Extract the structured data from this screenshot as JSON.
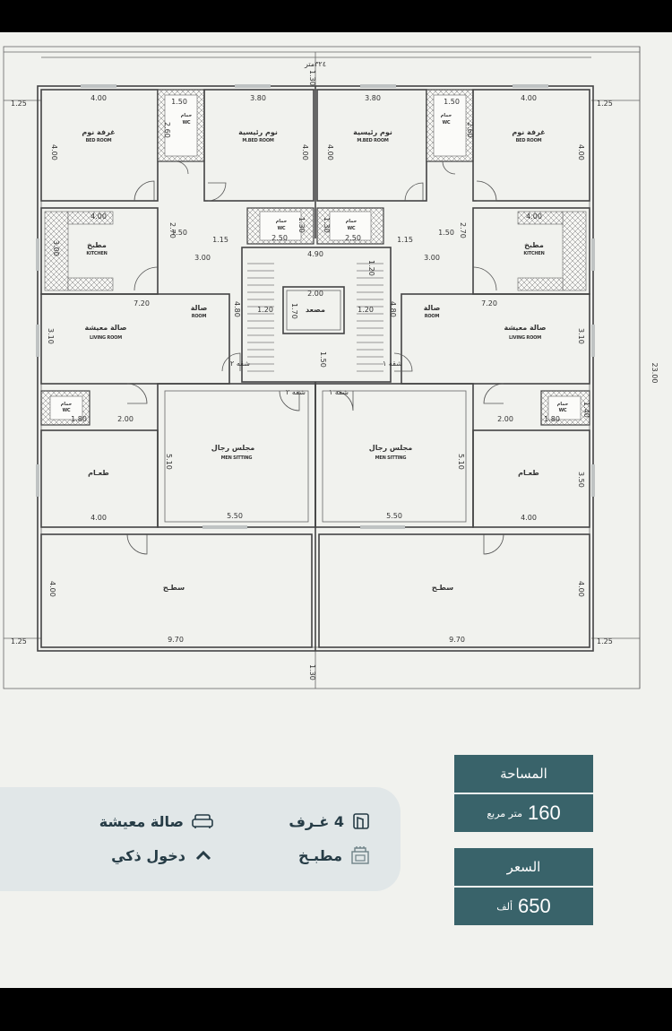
{
  "plan": {
    "total_width_label": "٣٢٤متر",
    "height_label": "23.00",
    "top_offset": "1.30",
    "bottom_offset": "1.30",
    "side_offset": "1.25",
    "stair_landing": "1.50",
    "rooms": {
      "bed_left": {
        "ar": "غرفة نوم",
        "en": "BED ROOM",
        "w": "4.00",
        "h": "4.00"
      },
      "bed_right": {
        "ar": "غرفة نوم",
        "en": "BED ROOM",
        "w": "4.00",
        "h": "4.00"
      },
      "master_left": {
        "ar": "نوم رئيسية",
        "en": "M.BED ROOM",
        "w": "3.80",
        "h": "4.00"
      },
      "master_right": {
        "ar": "نوم رئيسية",
        "en": "M.BED ROOM",
        "w": "3.80",
        "h": "4.00"
      },
      "wc_top_left": {
        "ar": "حمام",
        "en": "WC",
        "w": "1.50",
        "h": "2.60"
      },
      "wc_top_right": {
        "ar": "حمام",
        "en": "WC",
        "w": "1.50",
        "h": "2.60"
      },
      "wc_mid_left": {
        "ar": "حمام",
        "en": "WC",
        "w": "2.50",
        "h": "1.30"
      },
      "wc_mid_right": {
        "ar": "حمام",
        "en": "WC",
        "w": "2.50",
        "h": "1.30"
      },
      "kitchen_left": {
        "ar": "مطبخ",
        "en": "KITCHEN",
        "w": "4.00",
        "h": "3.00"
      },
      "kitchen_right": {
        "ar": "مطبخ",
        "en": "KITCHEN",
        "w": "4.00"
      },
      "corridor_left": {
        "w": "1.50",
        "h": "2.70",
        "x": "1.15",
        "y": "3.00"
      },
      "corridor_right": {
        "w": "1.50",
        "h": "2.70",
        "x": "1.15",
        "y": "3.00"
      },
      "stair": {
        "w": "4.90",
        "h": "4.80",
        "gap": "1.20"
      },
      "elevator": {
        "ar": "مصعد",
        "w": "2.00",
        "h": "1.70",
        "side": "1.20"
      },
      "living_left": {
        "ar": "صالة معيشة",
        "en": "LIVING ROOM",
        "w": "7.20",
        "h": "3.10"
      },
      "living_right": {
        "ar": "صالة معيشة",
        "en": "LIVING ROOM",
        "w": "7.20",
        "h": "3.10"
      },
      "hall_left": {
        "ar": "صالة",
        "en": "ROOM"
      },
      "hall_right": {
        "ar": "صالة",
        "en": "ROOM"
      },
      "wc_low_left": {
        "ar": "حمام",
        "en": "WC",
        "w": "1.80",
        "x": "2.00"
      },
      "wc_low_right": {
        "ar": "حمام",
        "en": "WC",
        "w": "1.80",
        "x": "2.00",
        "h": "1.40"
      },
      "apt1": "شقه ١",
      "apt2": "شقه ٢",
      "men_left": {
        "ar": "مجلس رجال",
        "en": "MEN SITTING",
        "w": "5.50",
        "h": "5.10"
      },
      "men_right": {
        "ar": "مجلس رجال",
        "en": "MEN SITTING",
        "w": "5.50",
        "h": "5.10"
      },
      "dining_left": {
        "ar": "طعـام",
        "w": "4.00"
      },
      "dining_right": {
        "ar": "طعـام",
        "w": "4.00",
        "h": "3.50"
      },
      "roof_left": {
        "ar": "سطـح",
        "w": "9.70",
        "h": "4.00"
      },
      "roof_right": {
        "ar": "سطـح",
        "w": "9.70",
        "h": "4.00"
      }
    }
  },
  "features": {
    "rooms": "4 غـرف",
    "living": "صالة معيشة",
    "kitchen": "مطبـخ",
    "entry": "دخول ذكي"
  },
  "cards": {
    "area_title": "المساحة",
    "area_value": "160",
    "area_unit": "متر مربع",
    "price_title": "السعر",
    "price_value": "650",
    "price_unit": "ألف"
  },
  "colors": {
    "card_bg": "#39636a",
    "feature_bg": "#e1e7e8",
    "text_dark": "#263c46"
  }
}
